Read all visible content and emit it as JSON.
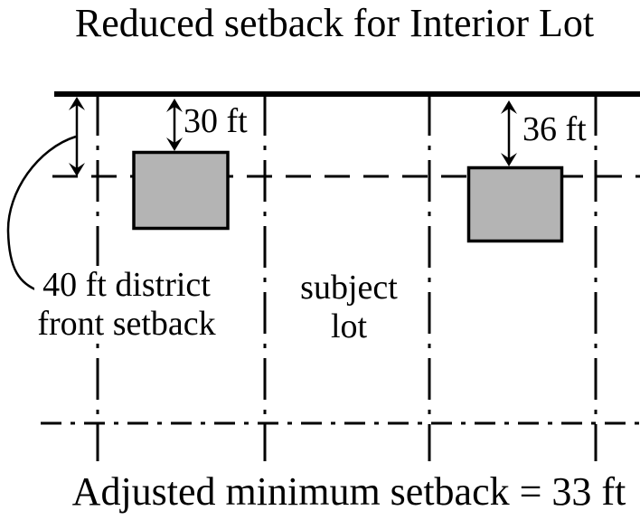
{
  "title": "Reduced setback for Interior Lot",
  "caption": "Adjusted minimum setback = 33 ft",
  "labels": {
    "left_building_setback": "30 ft",
    "right_building_setback": "36 ft",
    "district_setback_line1": "40 ft district",
    "district_setback_line2": "front setback",
    "subject_lot_line1": "subject",
    "subject_lot_line2": "lot"
  },
  "measurements": {
    "district_front_setback_ft": 40,
    "left_building_setback_ft": 30,
    "right_building_setback_ft": 36,
    "adjusted_minimum_setback_ft": 33
  },
  "colors": {
    "building_fill": "#b4b4b4",
    "ink": "#000000",
    "background": "#ffffff"
  }
}
